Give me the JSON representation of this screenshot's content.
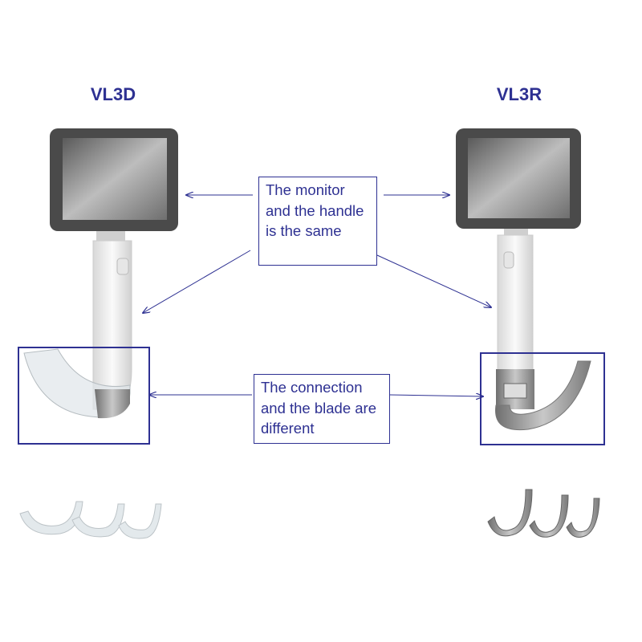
{
  "products": [
    {
      "name": "VL3D"
    },
    {
      "name": "VL3R"
    }
  ],
  "notes": {
    "same": "The monitor and the handle is the same",
    "different": "The connection and the blade are different"
  },
  "colors": {
    "accent": "#2e3192",
    "monitor_frame": "#4a4a4a",
    "screen": "#7a7a7a",
    "handle": "#ededed",
    "metal": "#9a9a9a"
  }
}
